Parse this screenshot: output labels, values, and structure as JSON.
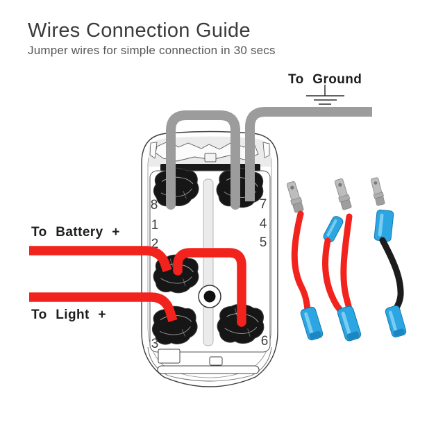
{
  "header": {
    "title": "Wires Connection Guide",
    "subtitle": "Jumper wires for simple connection in 30 secs"
  },
  "diagram": {
    "labels": {
      "ground": "To Ground",
      "battery": "To Battery +",
      "light": "To Light +"
    },
    "icons": {
      "ground_symbol": "earth-ground"
    },
    "switch": {
      "terminals": {
        "t8": "8",
        "t1": "1",
        "t2": "2",
        "t3": "3",
        "t7": "7",
        "t4": "4",
        "t5": "5",
        "t6": "6"
      }
    },
    "colors": {
      "wire_red": "#f2231d",
      "wire_gray": "#9c9c9c",
      "wire_black": "#1c1c1c",
      "connector_blue": "#2ba6e2",
      "connector_blue_dark": "#1478ab",
      "connector_blue_tip": "#1b86c2",
      "connector_blue_light": "#8ed6f4",
      "metal": "#bdbdbd",
      "terminal_cap": "#161616",
      "outline": "#3d3d3d"
    }
  }
}
